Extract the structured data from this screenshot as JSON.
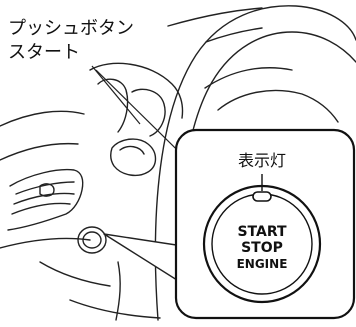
{
  "callout": {
    "line1": "プッシュボタン",
    "line2": "スタート"
  },
  "inset": {
    "indicator_label": "表示灯",
    "button_text": [
      "START",
      "STOP",
      "ENGINE"
    ]
  }
}
